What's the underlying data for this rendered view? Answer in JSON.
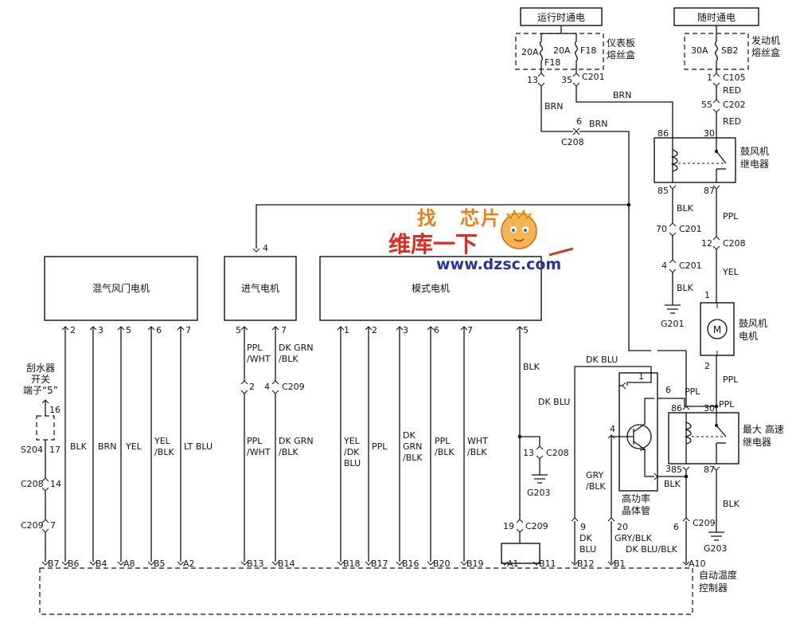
{
  "power": {
    "run_label": "运行时通电",
    "always_label": "随时通电",
    "ip_fuse_box": [
      "仪表板",
      "熔丝盒"
    ],
    "eng_fuse_box": [
      "发动机",
      "熔丝盒"
    ],
    "fuse_a_amp": "20A",
    "fuse_a_name": "F18",
    "fuse_b_amp": "20A",
    "fuse_b_name": "F18",
    "fuse_c_amp": "30A",
    "fuse_c_name": "SB2"
  },
  "connectors": {
    "c201_13": "13",
    "c201_35": "35",
    "c201": "C201",
    "c105_1": "1",
    "c105": "C105",
    "c202_55": "55",
    "c202": "C202",
    "c208_6": "6",
    "c208": "C208",
    "c201_70": "70",
    "c201b": "C201",
    "c201_4": "4",
    "c201c": "C201",
    "c208_12": "12",
    "c208b": "C208",
    "c208_13": "13",
    "c208c": "C208",
    "c209_19": "19",
    "c209a": "C209",
    "c209_6": "6",
    "c209b": "C209",
    "c209_2": "2",
    "c209_4": "4",
    "c209c": "C209",
    "s204_16": "16",
    "s204_17": "17",
    "s204": "S204",
    "c208_14": "14",
    "c208d": "C208",
    "c209_7": "7",
    "c209d": "C209",
    "ctrl_9": "9",
    "ctrl_20": "20"
  },
  "wires": {
    "brn1": "BRN",
    "brn2": "BRN",
    "brn3": "BRN",
    "red1": "RED",
    "red2": "RED",
    "blk_relay": "BLK",
    "blk_g201": "BLK",
    "ppl_relay": "PPL",
    "yel_blower": "YEL",
    "ppl_blower": "PPL",
    "ppl_hs": "PPL",
    "ppl_tr": "PPL",
    "blk_hs_gnd": "BLK",
    "blk_tr": "BLK",
    "dk_blu_top": "DK BLU",
    "dk_blu_left": "DK BLU",
    "gry_blk": [
      "GRY",
      "/BLK"
    ],
    "blk_mode5": "BLK",
    "ctrl_dk_blu": [
      "DK",
      "BLU"
    ],
    "ctrl_gry_blk": "GRY/BLK",
    "ctrl_dk_blu_blk": "DK BLU/BLK"
  },
  "modules": {
    "mix_motor": "混气风门电机",
    "intake_motor": "进气电机",
    "mode_motor": "模式电机",
    "blower_relay": [
      "鼓风机",
      "继电器"
    ],
    "blower_motor": [
      "鼓风机",
      "电机"
    ],
    "hs_relay": [
      "最大 高速",
      "继电器"
    ],
    "transistor": [
      "高功率",
      "晶体管"
    ],
    "controller": [
      "自动温度",
      "控制器"
    ],
    "wiper": [
      "刮水器",
      "开关",
      "端子“5”"
    ],
    "motor_symbol": "M"
  },
  "relay_pins": {
    "br_86": "86",
    "br_30": "30",
    "br_85": "85",
    "br_87": "87",
    "hs_86": "86",
    "hs_30": "30",
    "hs_85": "85",
    "hs_87": "87"
  },
  "transistor_pins": {
    "p1": "1",
    "p6": "6",
    "p4": "4",
    "p3": "3"
  },
  "blower_pins": {
    "p1": "1",
    "p2": "2"
  },
  "grounds": {
    "g201": "G201",
    "g203a": "G203",
    "g203b": "G203"
  },
  "mix_pins": [
    "2",
    "3",
    "5",
    "6",
    "7"
  ],
  "mix_wires": [
    "BLK",
    "BRN",
    "YEL",
    [
      "YEL",
      "/BLK"
    ],
    "LT BLU"
  ],
  "intake_pins": [
    "5",
    "7"
  ],
  "intake_top": [
    [
      "PPL",
      "/WHT"
    ],
    [
      "DK GRN",
      "/BLK"
    ]
  ],
  "intake_bot": [
    [
      "PPL",
      "/WHT"
    ],
    [
      "DK GRN",
      "/BLK"
    ]
  ],
  "intake_pin4": "4",
  "mode_pins": [
    "1",
    "2",
    "3",
    "6",
    "7",
    "5"
  ],
  "mode_wires": [
    [
      "YEL",
      "/DK",
      "BLU"
    ],
    [
      "PPL"
    ],
    [
      "DK",
      "GRN",
      "/BLK"
    ],
    [
      "PPL",
      "/BLK"
    ],
    [
      "WHT",
      "/BLK"
    ]
  ],
  "ctrl_pins": [
    "B7",
    "B6",
    "B4",
    "A8",
    "B5",
    "A2",
    "B13",
    "B14",
    "B18",
    "B17",
    "B16",
    "B20",
    "B19",
    "A1",
    "B11",
    "B12",
    "B1",
    "A10"
  ],
  "watermark": {
    "line1": [
      "找",
      "芯",
      "片"
    ],
    "line2": "维库一下",
    "url": "www.dzsc.com"
  }
}
